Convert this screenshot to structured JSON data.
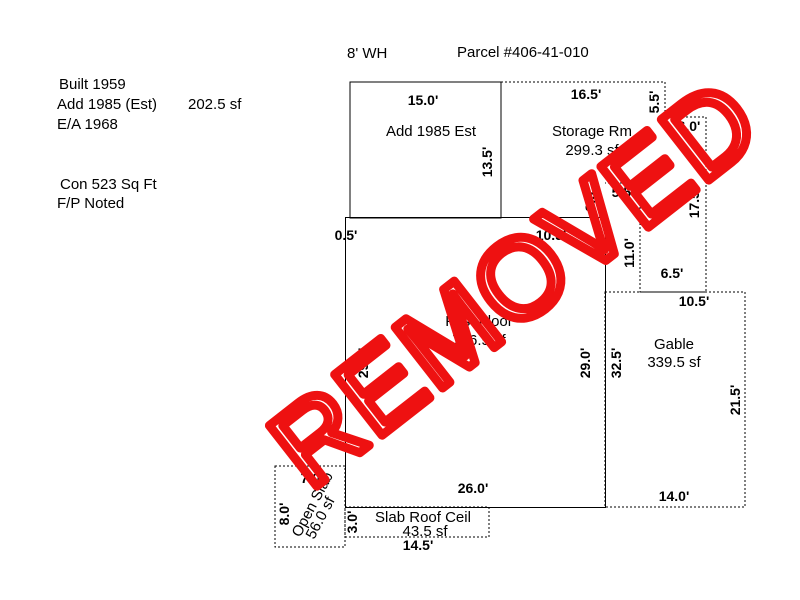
{
  "header": {
    "wh": "8' WH",
    "parcel": "Parcel #406-41-010"
  },
  "notes": {
    "built": "Built 1959",
    "add": "Add 1985 (Est)",
    "add_sf": "202.5 sf",
    "ea": "E/A 1968",
    "con": "Con 523 Sq Ft",
    "fp": "F/P Noted"
  },
  "areas": {
    "add1985": {
      "name": "Add 1985 Est",
      "size": ""
    },
    "storage": {
      "name": "Storage Rm",
      "size": "299.3 sf"
    },
    "first_floor": {
      "name": "First Floor",
      "size": "756.5 sf"
    },
    "gable": {
      "name": "Gable",
      "size": "339.5 sf"
    },
    "slab_roof": {
      "name": "Slab Roof Ceil",
      "size": "43.5 sf"
    },
    "open_slab": {
      "name": "Open Slab",
      "size": "56.0 sf"
    }
  },
  "dimensions": {
    "add_top": "15.0'",
    "add_right": "13.5'",
    "storage_top": "16.5'",
    "storage_corner": "5.5'",
    "storage_step": "5.5'",
    "storage_small": "3.5'",
    "small_right_top": "6.0'",
    "small_right_side": "17.5'",
    "small_left_side": "11.0'",
    "small_bottom": "6.5'",
    "ff_offset": "0.5'",
    "ff_top_inner": "10.5'",
    "ff_left": "29.0'",
    "ff_right": "29.0'",
    "ff_bottom": "26.0'",
    "gable_top": "10.5'",
    "gable_left": "32.5'",
    "gable_right": "21.5'",
    "gable_bottom": "14.0'",
    "slab_top": "7.0'",
    "slab_side": "8.0'",
    "roof_side": "3.0'",
    "roof_bottom": "14.5'"
  },
  "stamp": "REMOVED",
  "colors": {
    "stamp": "#ee1111",
    "lines": "#000000"
  }
}
